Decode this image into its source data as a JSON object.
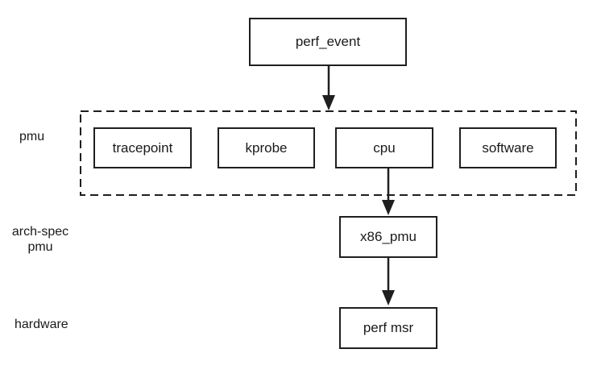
{
  "diagram": {
    "nodes": {
      "perf_event": "perf_event",
      "tracepoint": "tracepoint",
      "kprobe": "kprobe",
      "cpu": "cpu",
      "software": "software",
      "x86_pmu": "x86_pmu",
      "perf_msr": "perf msr"
    },
    "layers": {
      "pmu": "pmu",
      "arch_spec_line1": "arch-spec",
      "arch_spec_line2": "pmu",
      "hardware": "hardware"
    },
    "edges": [
      {
        "from": "perf_event",
        "to": "pmu-group"
      },
      {
        "from": "cpu",
        "to": "x86_pmu"
      },
      {
        "from": "x86_pmu",
        "to": "perf_msr"
      }
    ]
  },
  "colors": {
    "stroke": "#1f1f1f",
    "background": "#ffffff",
    "text": "#1a1a1a"
  }
}
